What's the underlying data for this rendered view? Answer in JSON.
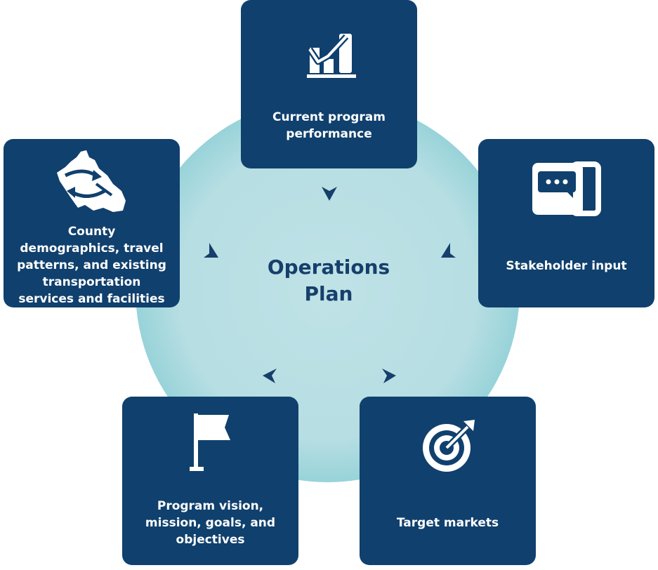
{
  "diagram": {
    "center_label": [
      "Operations",
      "Plan"
    ],
    "cards": {
      "current_performance": {
        "label": [
          "Current program",
          "performance"
        ],
        "icon": "chart-icon"
      },
      "stakeholder_input": {
        "label": [
          "Stakeholder input"
        ],
        "icon": "chat-icon"
      },
      "target_markets": {
        "label": [
          "Target markets"
        ],
        "icon": "target-icon"
      },
      "program_vision": {
        "label": [
          "Program vision,",
          "mission, goals, and",
          "objectives"
        ],
        "icon": "flag-icon"
      },
      "county_demographics": {
        "label": [
          "County",
          "demographics, travel",
          "patterns, and existing",
          "transportation",
          "services and facilities"
        ],
        "icon": "map-arrows-icon"
      }
    },
    "colors": {
      "card": "#10406d",
      "circle_outer": "#17a9b1",
      "circle_inner": "#b6dee3",
      "arrow": "#163f6b"
    }
  }
}
